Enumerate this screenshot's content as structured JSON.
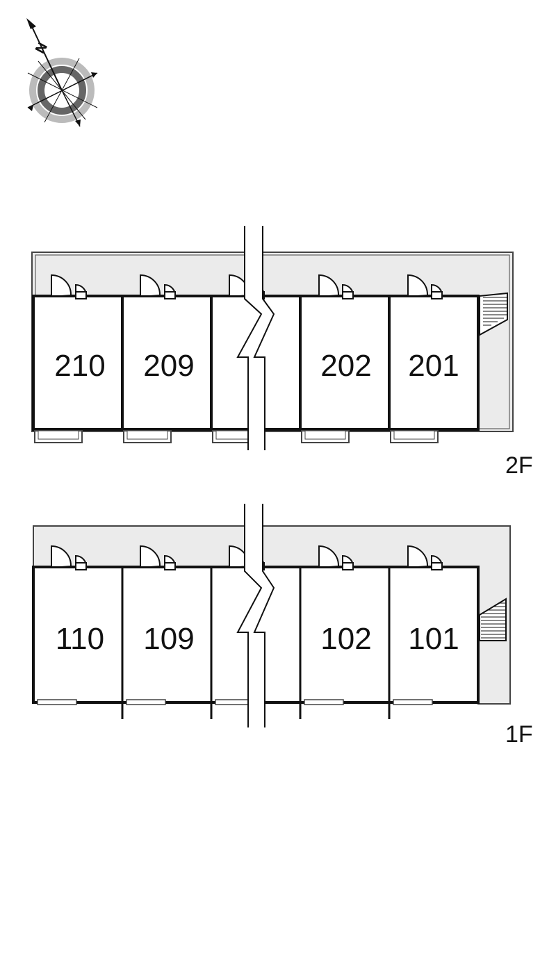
{
  "compass": {
    "letter": "N",
    "icon": "compass-rose-icon"
  },
  "floors": [
    {
      "label": "2F",
      "units": [
        "210",
        "209",
        "",
        "202",
        "201"
      ]
    },
    {
      "label": "1F",
      "units": [
        "110",
        "109",
        "",
        "102",
        "101"
      ]
    }
  ],
  "colors": {
    "corridor": "#ebebeb",
    "wall": "#111111",
    "compass_dark": "#666666",
    "compass_light": "#bbbbbb"
  }
}
